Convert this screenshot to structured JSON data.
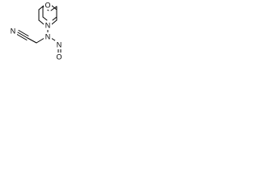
{
  "molecule": {
    "atoms": {
      "ring_oxygen": "O",
      "ring_nitrogen": "N",
      "amine_nitrogen": "N",
      "nitroso_nitrogen": "N",
      "nitroso_oxygen": "O",
      "nitrile_nitrogen": "N"
    }
  },
  "colors": {
    "line": "#000000",
    "background": "#ffffff"
  }
}
